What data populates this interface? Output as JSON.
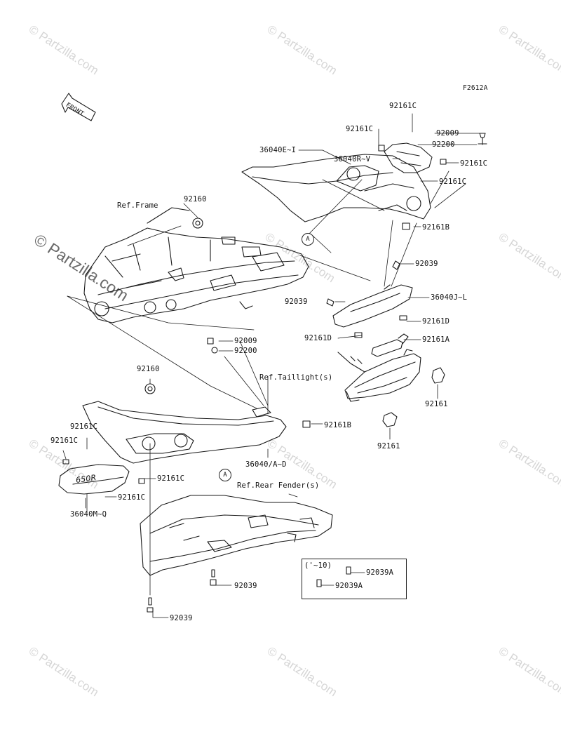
{
  "figure_code": "F2612A",
  "front_label": "FRONT",
  "watermark_text": "© Partzilla.com",
  "callouts": {
    "a_upper": "A",
    "a_lower": "A"
  },
  "parts": {
    "p92161C_top": "92161C",
    "p92161C_left": "92161C",
    "p92009_top": "92009",
    "p92200_top": "92200",
    "p36040R_V": "36040R~V",
    "p36040E_I": "36040E~I",
    "p92161C_right1": "92161C",
    "p92161C_right2": "92161C",
    "p92160_top": "92160",
    "p92161B_upper": "92161B",
    "p92039_mid": "92039",
    "p36040J_L": "36040J~L",
    "p92039_left": "92039",
    "p92161D_right": "92161D",
    "p92009_mid": "92009",
    "p92200_mid": "92200",
    "p92161D_left": "92161D",
    "p92161A": "92161A",
    "p92160_mid": "92160",
    "p92161_right": "92161",
    "p92161B_lower": "92161B",
    "p92161_bottom": "92161",
    "p92161C_l1": "92161C",
    "p92161C_l2": "92161C",
    "p92161C_l3": "92161C",
    "p92161C_l4": "92161C",
    "p36040A_D": "36040/A~D",
    "p36040M_Q": "36040M~Q",
    "p92039_bottom1": "92039",
    "p92039_bottom2": "92039",
    "p92039A_1": "92039A",
    "p92039A_2": "92039A"
  },
  "refs": {
    "frame": "Ref.Frame",
    "taillight": "Ref.Taillight(s)",
    "rear_fender": "Ref.Rear Fender(s)"
  },
  "note_year": "('~10)",
  "decal_text": "650R"
}
